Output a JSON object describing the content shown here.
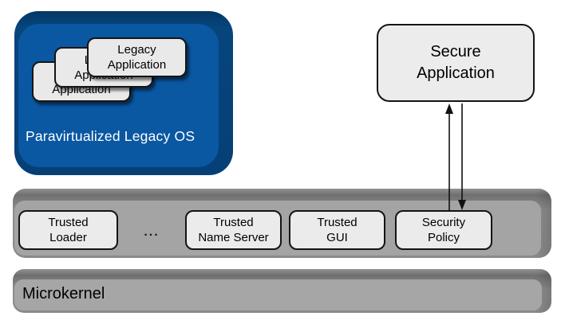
{
  "legacy_os": {
    "label": "Paravirtualized Legacy OS",
    "applications": [
      {
        "label": "Legacy\nApplication"
      },
      {
        "label": "Legacy\nApplication"
      },
      {
        "label": "Legacy\nApplication"
      }
    ]
  },
  "secure_application": {
    "label": "Secure\nApplication"
  },
  "services_bar": {
    "ellipsis": "...",
    "services": [
      {
        "label": "Trusted\nLoader"
      },
      {
        "label": "Trusted\nName Server"
      },
      {
        "label": "Trusted\nGUI"
      },
      {
        "label": "Security\nPolicy"
      }
    ]
  },
  "microkernel": {
    "label": "Microkernel"
  },
  "arrows": [
    {
      "name": "to-secure-application",
      "direction": "up"
    },
    {
      "name": "to-security-policy",
      "direction": "down"
    }
  ],
  "colors": {
    "legacy_os_face": "#0a57a2",
    "legacy_os_rim": "#063f75",
    "bar_face": "#a4a4a4",
    "bar_rim": "#757575",
    "box_fill": "#ebebeb",
    "box_border": "#141414",
    "text_on_blue": "#ffffff",
    "background": "#ffffff"
  }
}
